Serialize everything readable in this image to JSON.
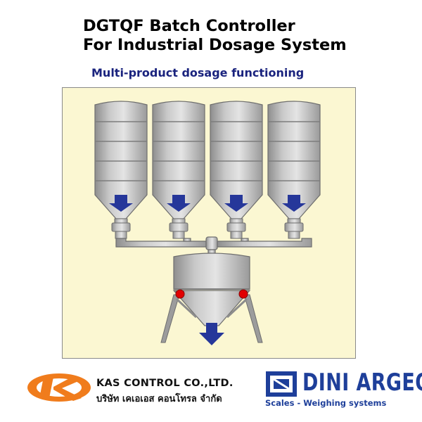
{
  "header": {
    "title_line1": "DGTQF Batch Controller",
    "title_line2": "For Industrial Dosage System",
    "subtitle": "Multi-product dosage functioning"
  },
  "diagram": {
    "silo_count": 4,
    "colors": {
      "panel_bg": "#fbf7d2",
      "steel": "#b9b9b9",
      "arrow": "#26379a",
      "load_cell": "#e10000"
    }
  },
  "footer": {
    "kas_name": "KAS CONTROL CO.,LTD.",
    "kas_thai": "บริษัท เคเอเอส คอนโทรล จำกัด",
    "dini_name": "DINI ARGEO",
    "dini_tagline": "Scales - Weighing systems",
    "brand_colors": {
      "kas": "#f07c1c",
      "dini": "#1e3f9a"
    }
  }
}
